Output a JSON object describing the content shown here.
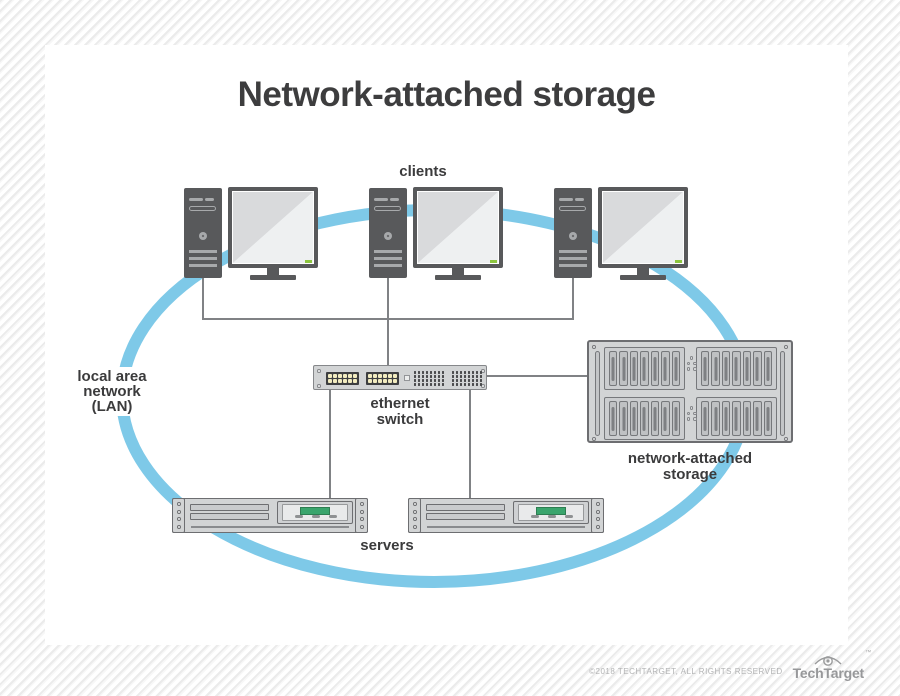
{
  "title": "Network-attached storage",
  "labels": {
    "clients": "clients",
    "switch_line1": "ethernet",
    "switch_line2": "switch",
    "nas_line1": "network-attached",
    "nas_line2": "storage",
    "servers": "servers",
    "lan_line1": "local area",
    "lan_line2": "network",
    "lan_line3": "(LAN)"
  },
  "footer": {
    "copyright": "©2018 TECHTARGET, ALL RIGHTS RESERVED",
    "brand": "TechTarget",
    "trademark": "™"
  },
  "colors": {
    "lan_ring": "#7ec9e8",
    "connector": "#808285",
    "device_dark": "#58595b",
    "device_light": "#d2d4d5",
    "device_border": "#6d6e71",
    "monitor_led_green": "#8dc63f",
    "server_screen_green": "#3aa56d",
    "port_yellow": "#f2ecc0",
    "label_text": "#3b3b3c",
    "footer_text": "#b3b4b5"
  },
  "structure": {
    "client_count": 3,
    "server_count": 2,
    "nas": {
      "quadrants": 4,
      "slots_per_quadrant": 7,
      "led_clusters": 2
    },
    "switch": {
      "port_panels": 2,
      "ports_per_panel": 12,
      "led_groups": 2,
      "led_columns_per_group": 8,
      "led_rows": 4
    },
    "connections": [
      "clients to ethernet switch",
      "ethernet switch to servers",
      "ethernet switch to network-attached storage"
    ]
  }
}
